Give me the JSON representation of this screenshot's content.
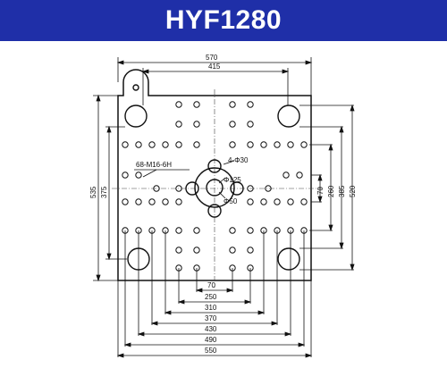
{
  "header": {
    "title": "HYF1280",
    "background": "#1f2fa8",
    "text_color": "#ffffff"
  },
  "drawing": {
    "top_dims": [
      "570",
      "415"
    ],
    "left_dims": [
      "535",
      "375"
    ],
    "right_dims": [
      "70",
      "260",
      "385",
      "520"
    ],
    "bottom_dims": [
      "70",
      "250",
      "310",
      "370",
      "430",
      "490",
      "550"
    ],
    "callouts": {
      "threaded_holes": "68-M16-6H",
      "center_holes": "4-Φ30",
      "bore_125": "Φ125",
      "bore_50": "Φ50"
    }
  }
}
